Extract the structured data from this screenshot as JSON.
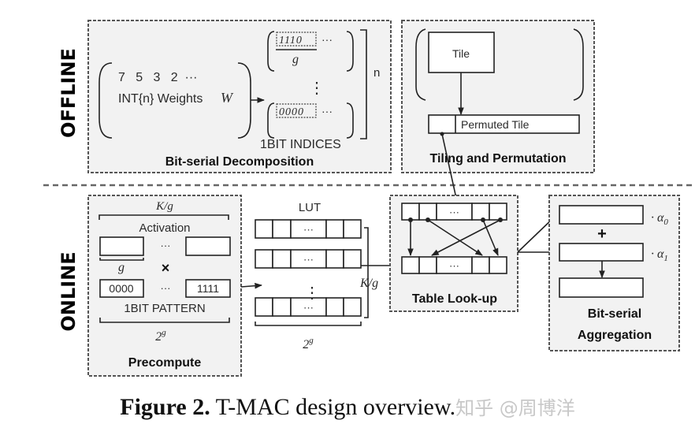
{
  "figure": {
    "caption_label": "Figure 2.",
    "caption_text": " T-MAC design overview.",
    "watermark": "知乎 @周博洋"
  },
  "phases": {
    "offline": "OFFLINE",
    "online": "ONLINE"
  },
  "offline": {
    "decomposition": {
      "title": "Bit-serial Decomposition",
      "weights_values": "7   5   3   2  ···",
      "weights_label": "INT{n} Weights",
      "weights_symbol": "W",
      "index_top": "1110",
      "index_bottom": "0000",
      "ellipsis": "···",
      "g_symbol": "g",
      "vdots": "⋮",
      "n_label": "n",
      "indices_label": "1BIT INDICES"
    },
    "tiling": {
      "title": "Tiling and Permutation",
      "tile_label": "Tile",
      "permuted_label": "Permuted Tile"
    }
  },
  "online": {
    "precompute": {
      "title": "Precompute",
      "k_over_g": "K/g",
      "activation_label": "Activation",
      "ellipsis": "···",
      "g_symbol": "g",
      "times": "×",
      "pattern_first": "0000",
      "pattern_last": "1111",
      "pattern_label": "1BIT PATTERN",
      "two_pow_g": "2"
    },
    "lut": {
      "title": "LUT",
      "ellipsis": "···",
      "vdots": "⋮",
      "k_over_g": "K/g",
      "two_pow_g": "2"
    },
    "lookup": {
      "title": "Table Look-up",
      "ellipsis": "···"
    },
    "aggregation": {
      "title_line1": "Bit-serial",
      "title_line2": "Aggregation",
      "plus": "+",
      "alpha0": "· α",
      "alpha0_sub": "0",
      "alpha1": "· α",
      "alpha1_sub": "1"
    }
  }
}
